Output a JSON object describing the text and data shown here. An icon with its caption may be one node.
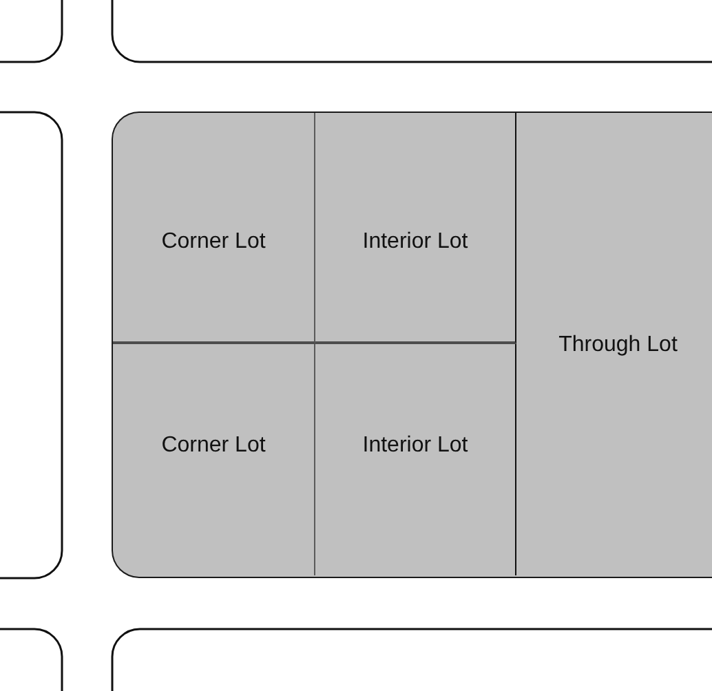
{
  "diagram": {
    "nodes": [
      {
        "text": [],
        "shape": "box"
      },
      {
        "text": [
          "Corner Lot"
        ],
        "in": 0
      },
      {
        "text": [
          "Interior Lot"
        ],
        "in": 0
      },
      {
        "text": [
          "Through Lot"
        ],
        "in": 0
      },
      {
        "text": [
          "Corner Lot"
        ],
        "in": 0
      },
      {
        "text": [
          "Interior Lot"
        ],
        "in": 0
      }
    ]
  }
}
